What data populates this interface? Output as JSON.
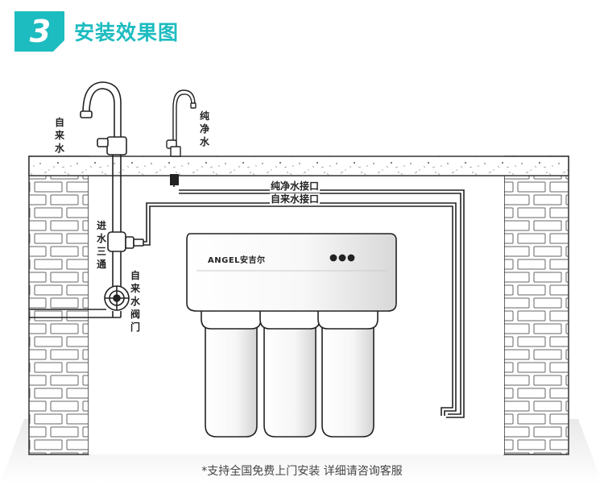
{
  "header": {
    "step_number": "3",
    "title": "安装效果图",
    "accent_color": "#1dbcc0"
  },
  "labels": {
    "tap_water_faucet": [
      "自",
      "来",
      "水"
    ],
    "pure_water_faucet": [
      "纯",
      "净",
      "水"
    ],
    "water_tee": [
      "进",
      "水",
      "三",
      "通"
    ],
    "inlet_valve": [
      "自",
      "来",
      "水",
      "阀",
      "门"
    ],
    "pure_water_port": "纯净水接口",
    "tap_water_port": "自来水接口"
  },
  "purifier": {
    "brand": "ANGEL安吉尔",
    "indicator_icons": [
      "dot-icon",
      "dot-icon",
      "dot-icon"
    ]
  },
  "footnote": "*支持全国免费上门安装 详细请咨询客服"
}
